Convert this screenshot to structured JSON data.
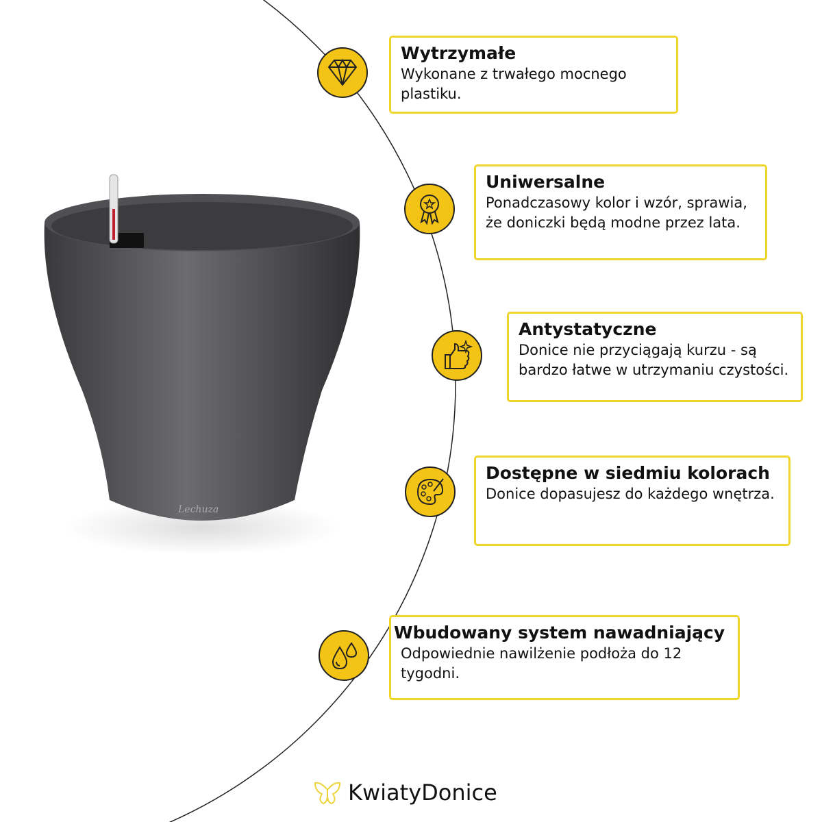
{
  "features": [
    {
      "title": "Wytrzymałe",
      "text": "Wykonane z trwałego mocnego plastiku.",
      "icon": "diamond-icon"
    },
    {
      "title": "Uniwersalne",
      "text": "Ponadczasowy kolor i wzór, sprawia, że doniczki będą modne przez lata.",
      "icon": "award-medal-icon"
    },
    {
      "title": "Antystatyczne",
      "text": "Donice nie przyciągają kurzu - są bardzo łatwe w utrzymaniu czystości.",
      "icon": "thumbs-up-sparkle-icon"
    },
    {
      "title": "Dostępne w siedmiu kolorach",
      "text": "Donice dopasujesz do każdego wnętrza.",
      "icon": "palette-icon"
    },
    {
      "title": "Wbudowany system nawadniający",
      "text": "Odpowiednie nawilżenie podłoża do 12 tygodni.",
      "icon": "water-drops-icon"
    }
  ],
  "brand": {
    "name": "KwiatyDonice",
    "pot_logo": "Lechuza"
  },
  "colors": {
    "accent": "#f3c416",
    "border": "#f0d52c"
  }
}
